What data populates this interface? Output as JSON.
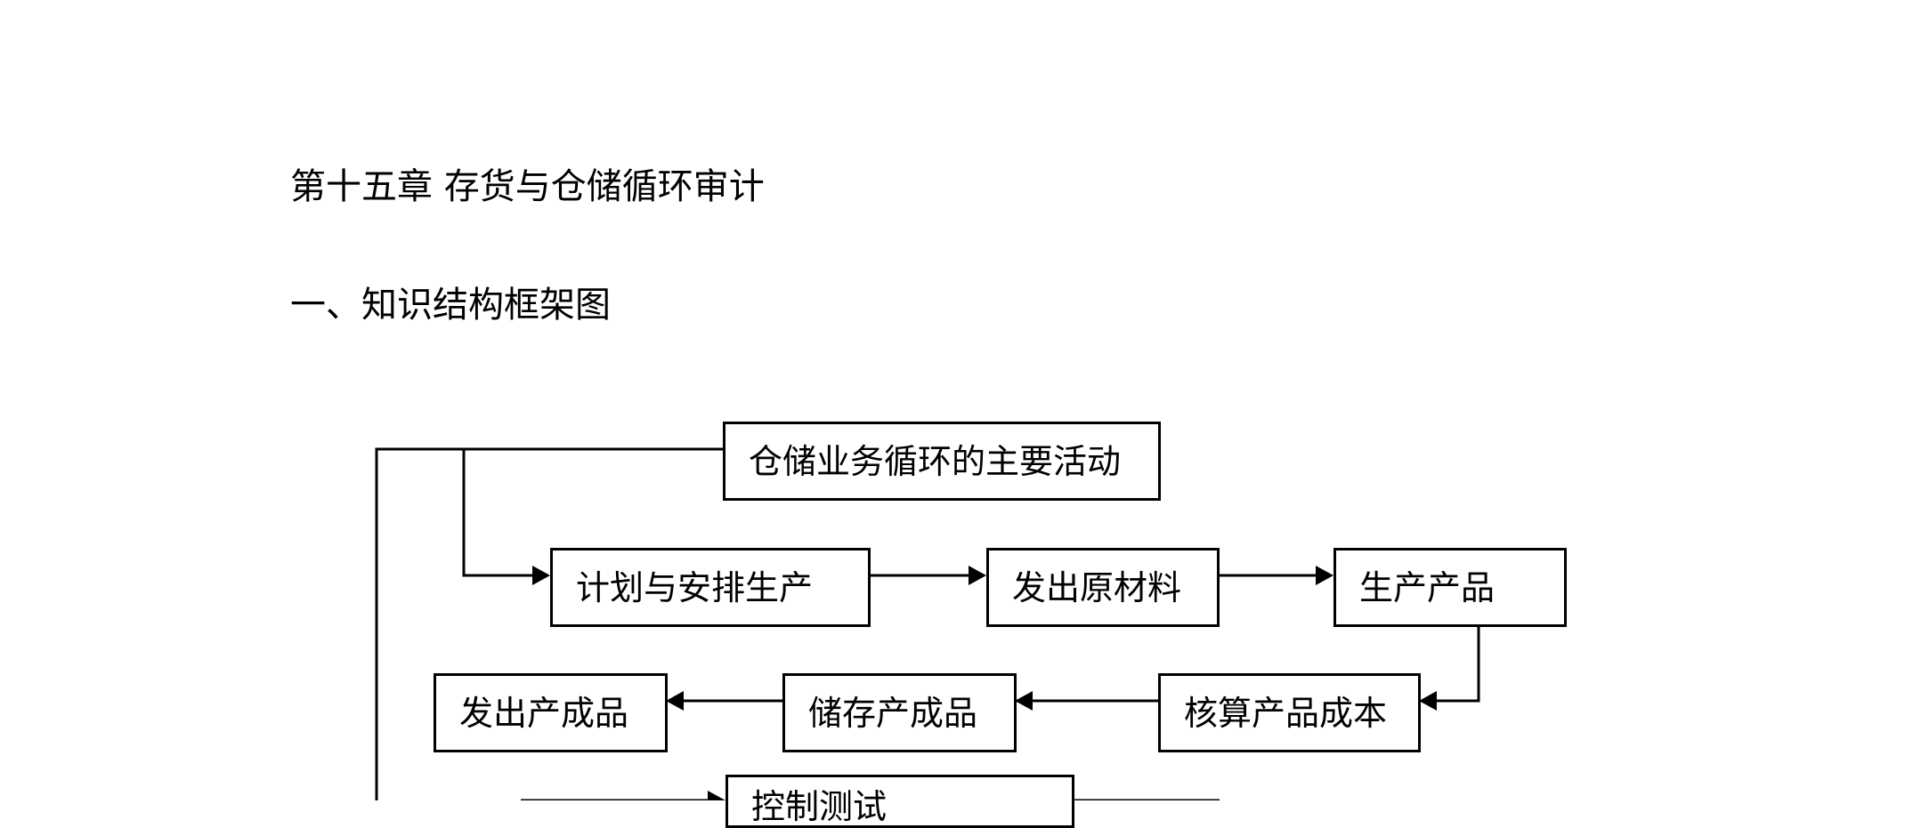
{
  "chapter_title": "第十五章  存货与仓储循环审计",
  "section_title": "一、知识结构框架图",
  "diagram": {
    "nodes": {
      "main_activity": "仓储业务循环的主要活动",
      "plan_production": "计划与安排生产",
      "issue_materials": "发出原材料",
      "produce_products": "生产产品",
      "account_cost": "核算产品成本",
      "store_finished": "储存产成品",
      "ship_finished": "发出产成品",
      "control_test": "控制测试"
    }
  }
}
